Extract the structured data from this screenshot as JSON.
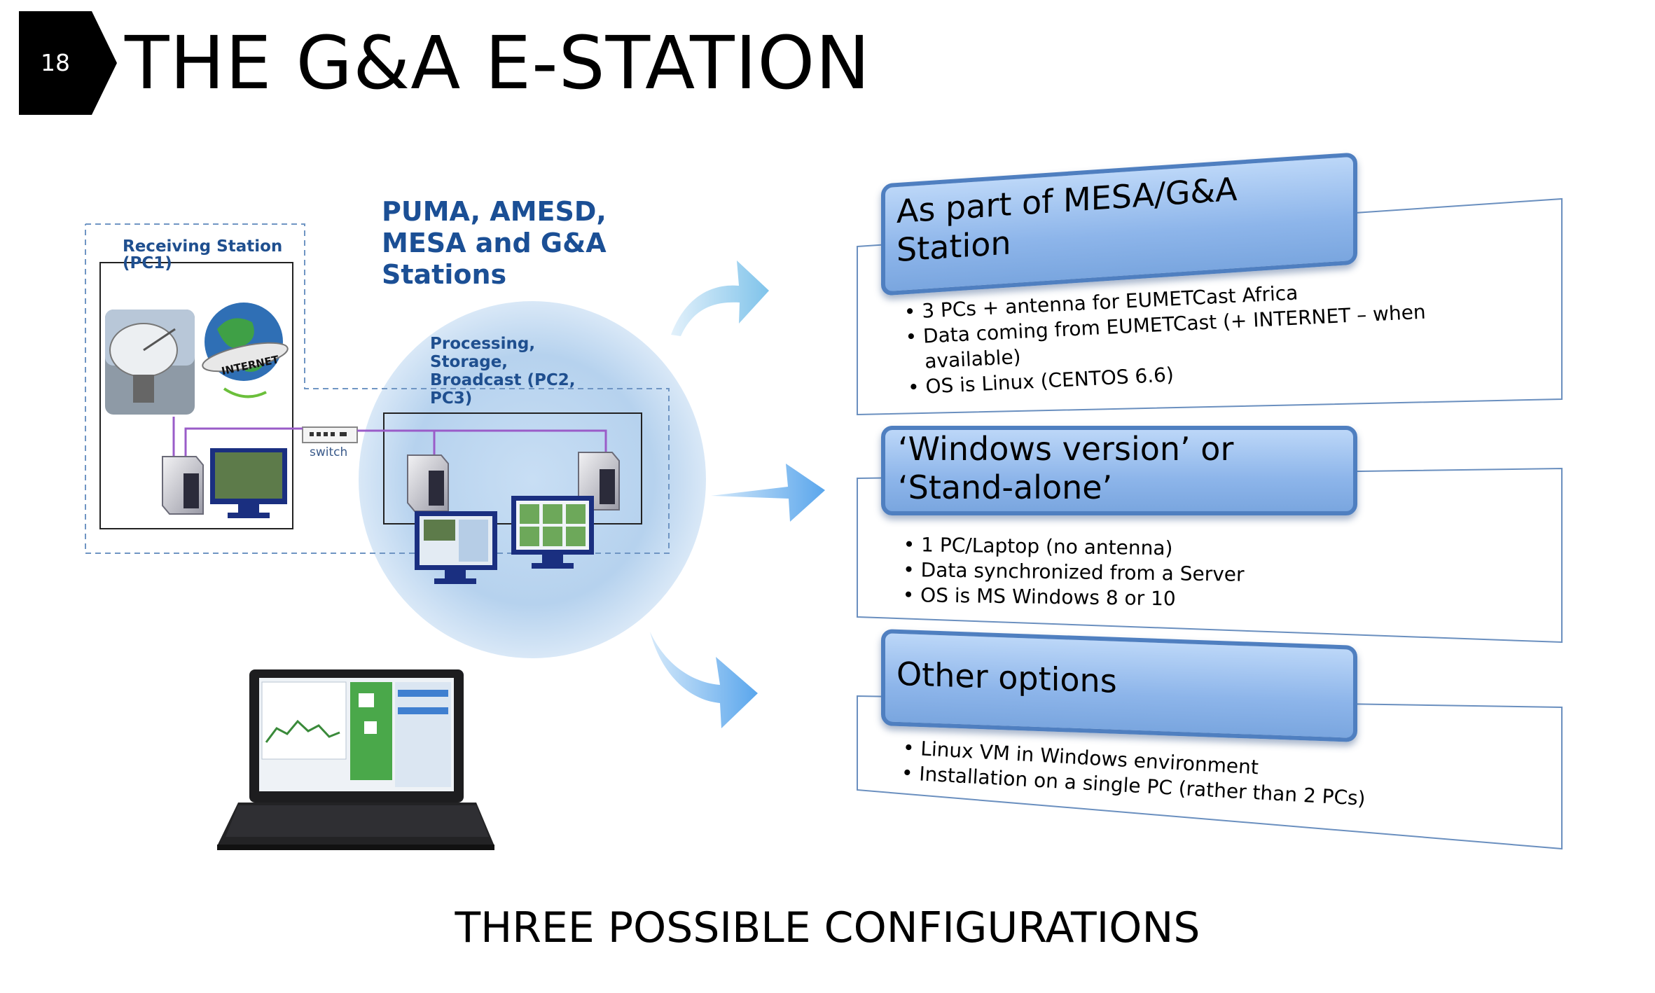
{
  "slide": {
    "number": "18",
    "title": "THE G&A E-STATION",
    "caption": "THREE POSSIBLE CONFIGURATIONS"
  },
  "diagram": {
    "stations_title": [
      "PUMA, AMESD,",
      "MESA and G&A",
      "Stations"
    ],
    "receiving_station": [
      "Receiving Station",
      "(PC1)"
    ],
    "processing": [
      "Processing,",
      "Storage,",
      "Broadcast (PC2,",
      "PC3)"
    ],
    "switch_label": "switch",
    "internet_label": "INTERNET"
  },
  "options": [
    {
      "title": [
        "As part of MESA/G&A",
        "Station"
      ],
      "bullets": [
        "3 PCs + antenna for EUMETCast Africa",
        "Data coming from EUMETCast (+ INTERNET – when",
        "OS is Linux (CENTOS 6.6)"
      ],
      "continuation": "available)"
    },
    {
      "title": [
        "‘Windows version’ or",
        "‘Stand-alone’"
      ],
      "bullets": [
        "1 PC/Laptop (no antenna)",
        "Data synchronized from a Server",
        "OS is MS Windows 8 or 10"
      ]
    },
    {
      "title": [
        "Other options"
      ],
      "bullets": [
        "Linux VM in Windows environment",
        "Installation on a single PC (rather than 2 PCs)"
      ]
    }
  ],
  "colors": {
    "accent_blue": "#4f7fc0",
    "title_blue": "#1b4f95",
    "line_purple": "#9a5cc8"
  }
}
